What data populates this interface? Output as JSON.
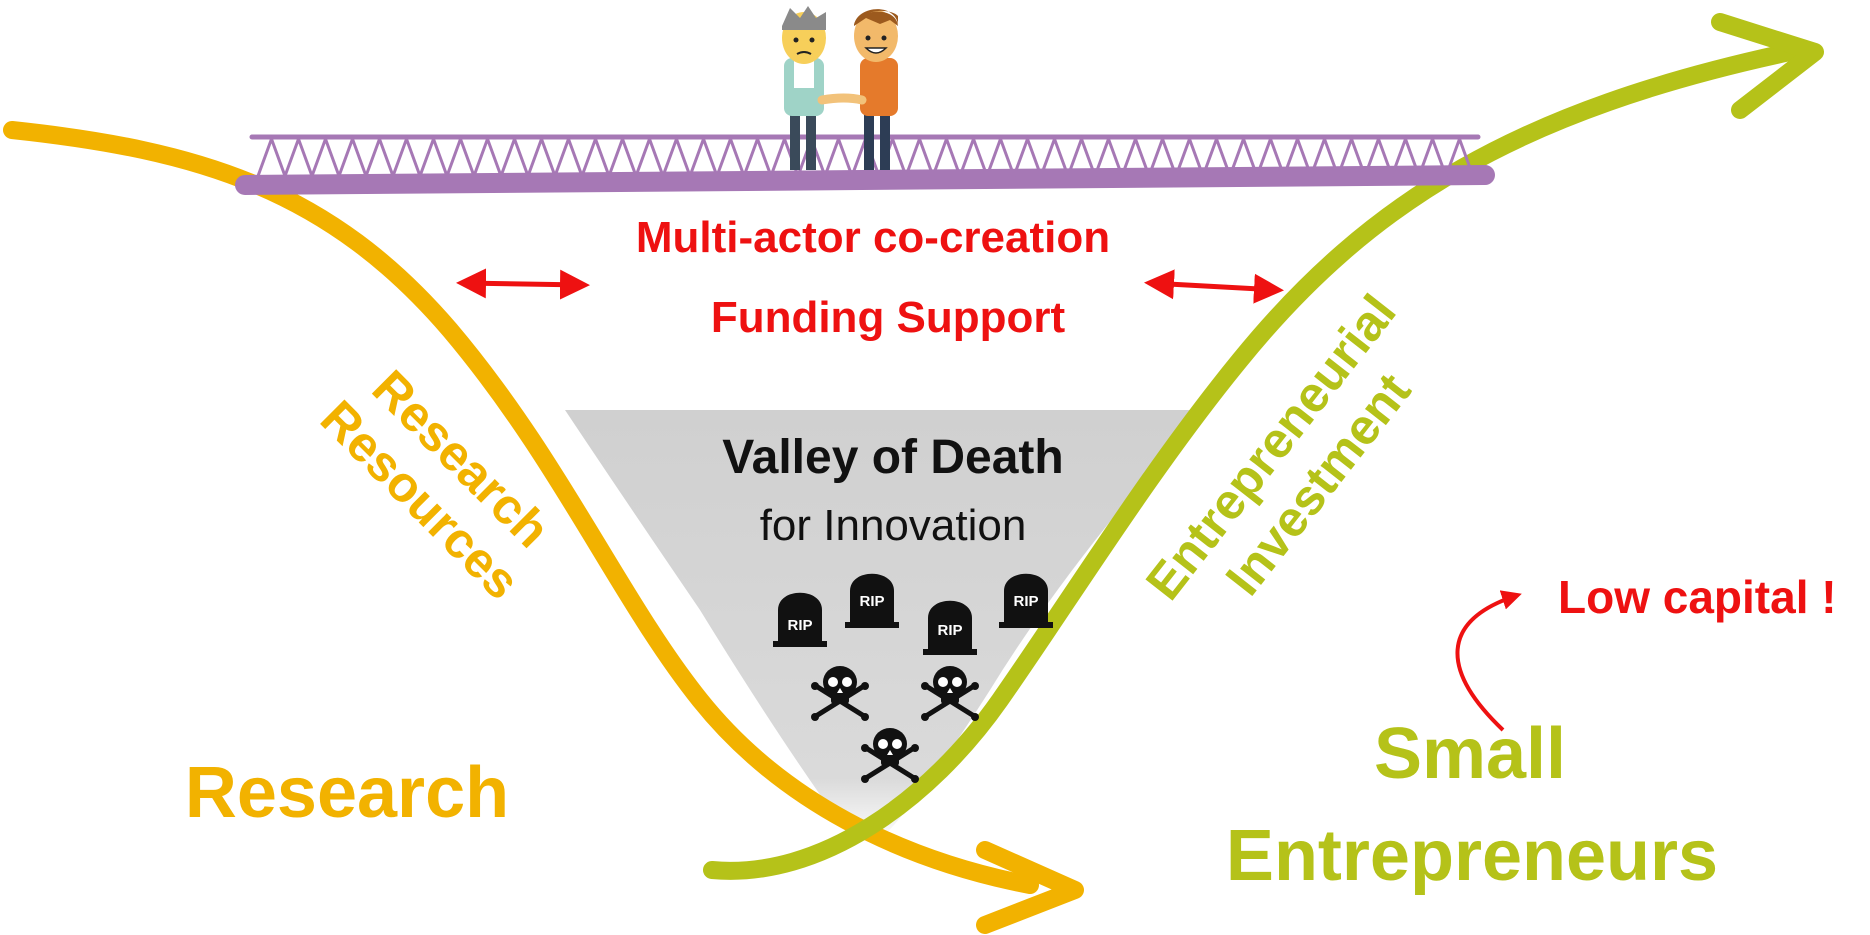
{
  "diagram": {
    "bridge_title_line1": "Multi-actor co-creation",
    "bridge_title_line2": "Funding Support",
    "valley_title": "Valley of Death",
    "valley_subtitle": "for Innovation",
    "left_curve_label_line1": "Research",
    "left_curve_label_line2": "Resources",
    "right_curve_label_line1": "Entrepreneurial",
    "right_curve_label_line2": "Investment",
    "left_heading": "Research",
    "right_heading_line1": "Small",
    "right_heading_line2": "Entrepreneurs",
    "callout": "Low capital !",
    "tombstone_text": "RIP"
  },
  "colors": {
    "research_orange": "#F2B200",
    "entrepreneur_green": "#B5C219",
    "bridge_purple": "#A678B5",
    "alert_red": "#EE1111",
    "valley_gray": "#D3D3D3",
    "text_dark": "#111111"
  },
  "icons": [
    "handshake-people-icon",
    "tombstone-icon",
    "skull-crossbones-icon",
    "double-arrow-icon",
    "curved-arrow-icon"
  ]
}
